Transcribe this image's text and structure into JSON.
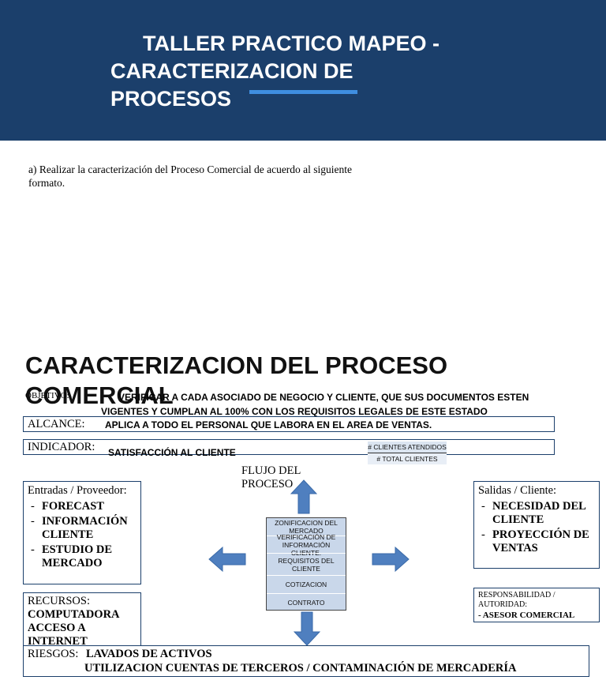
{
  "header": {
    "title_line1": "TALLER PRACTICO MAPEO -",
    "title_line2": "CARACTERIZACION DE",
    "title_line3": "PROCESOS"
  },
  "instruction": "a) Realizar la caracterización del Proceso Comercial de acuerdo al siguiente formato.",
  "section_title_line1": "CARACTERIZACION DEL PROCESO",
  "section_title_line2": "COMERCIAL",
  "objetivo": {
    "label": "OBJETIVO:",
    "text_line1": "VERIFICAR A CADA ASOCIADO DE NEGOCIO Y CLIENTE, QUE SUS DOCUMENTOS ESTEN",
    "text_line2": "VIGENTES Y CUMPLAN AL 100% CON LOS REQUISITOS LEGALES DE ESTE ESTADO"
  },
  "alcance": {
    "label": "ALCANCE:",
    "text": "APLICA A TODO EL PERSONAL QUE LABORA EN EL AREA DE VENTAS."
  },
  "indicador": {
    "label": "INDICADOR:",
    "text": "SATISFACCIÓN AL CLIENTE",
    "numerator": "# CLIENTES ATENDIDOS",
    "denominator": "# TOTAL CLIENTES"
  },
  "flujo": {
    "label_line1": "FLUJO DEL",
    "label_line2": "PROCESO",
    "steps": [
      "ZONIFICACION DEL MERCADO",
      "VERIFICACIÓN DE INFORMACIÓN CLIENTE.",
      "REQUISITOS DEL CLIENTE",
      "COTIZACION",
      "CONTRATO"
    ]
  },
  "entradas": {
    "label": "Entradas / Proveedor:",
    "items": [
      "FORECAST",
      "INFORMACIÓN CLIENTE",
      "ESTUDIO DE MERCADO"
    ]
  },
  "salidas": {
    "label": "Salidas / Cliente:",
    "items": [
      "NECESIDAD DEL CLIENTE",
      "PROYECCIÓN DE VENTAS"
    ]
  },
  "recursos": {
    "label": "RECURSOS:",
    "items": [
      "COMPUTADORA",
      "ACCESO A INTERNET"
    ]
  },
  "responsabilidad": {
    "label_line1": "RESPONSABILIDAD /",
    "label_line2": "AUTORIDAD:",
    "value": "- ASESOR COMERCIAL"
  },
  "riesgos": {
    "label": "RIESGOS:",
    "line1": "LAVADOS DE ACTIVOS",
    "line2": "UTILIZACION CUENTAS DE TERCEROS  / CONTAMINACIÓN DE MERCADERÍA"
  },
  "colors": {
    "header_bg": "#1b3f6b",
    "accent": "#3f8ee0",
    "arrow": "#4f7fbf",
    "flow_fill": "#c9d7ea"
  }
}
